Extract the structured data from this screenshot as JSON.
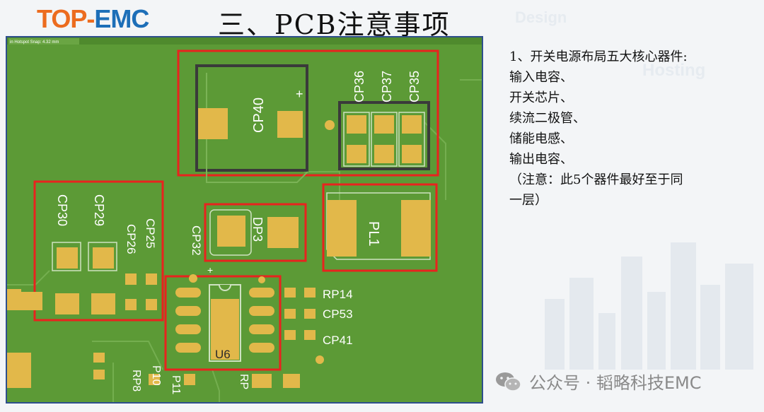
{
  "header": {
    "logo_part1": "TOP-",
    "logo_part2": "EMC",
    "title": "三、PCB注意事项"
  },
  "background_words": [
    "Design",
    "Hosting"
  ],
  "pcb": {
    "top_label": "in Hotspot  Snap: 4.32 mm",
    "refs": {
      "cp40": "CP40",
      "cp36": "CP36",
      "cp37": "CP37",
      "cp35": "CP35",
      "cp30": "CP30",
      "cp29": "CP29",
      "cp26": "CP26",
      "cp25": "CP25",
      "cp32": "CP32",
      "dp3": "DP3",
      "pl1": "PL1",
      "rp14": "RP14",
      "cp53": "CP53",
      "cp41": "CP41",
      "u6": "U6",
      "rp8": "RP8",
      "p10": "P10",
      "p11": "P11",
      "rp": "RP"
    },
    "plus_sign": "+",
    "colors": {
      "board": "#5c9a36",
      "pad": "#e2b84a",
      "highlight": "#e8231e",
      "outline": "#3a3a3a"
    }
  },
  "notes": {
    "lines": [
      "1、开关电源布局五大核心器件:",
      "输入电容、",
      "开关芯片、",
      "续流二极管、",
      "储能电感、",
      "输出电容、",
      "（注意：此5个器件最好至于同",
      "一层）"
    ]
  },
  "watermark": {
    "text": "公众号 · 韬略科技EMC",
    "icon": "wechat-icon"
  }
}
